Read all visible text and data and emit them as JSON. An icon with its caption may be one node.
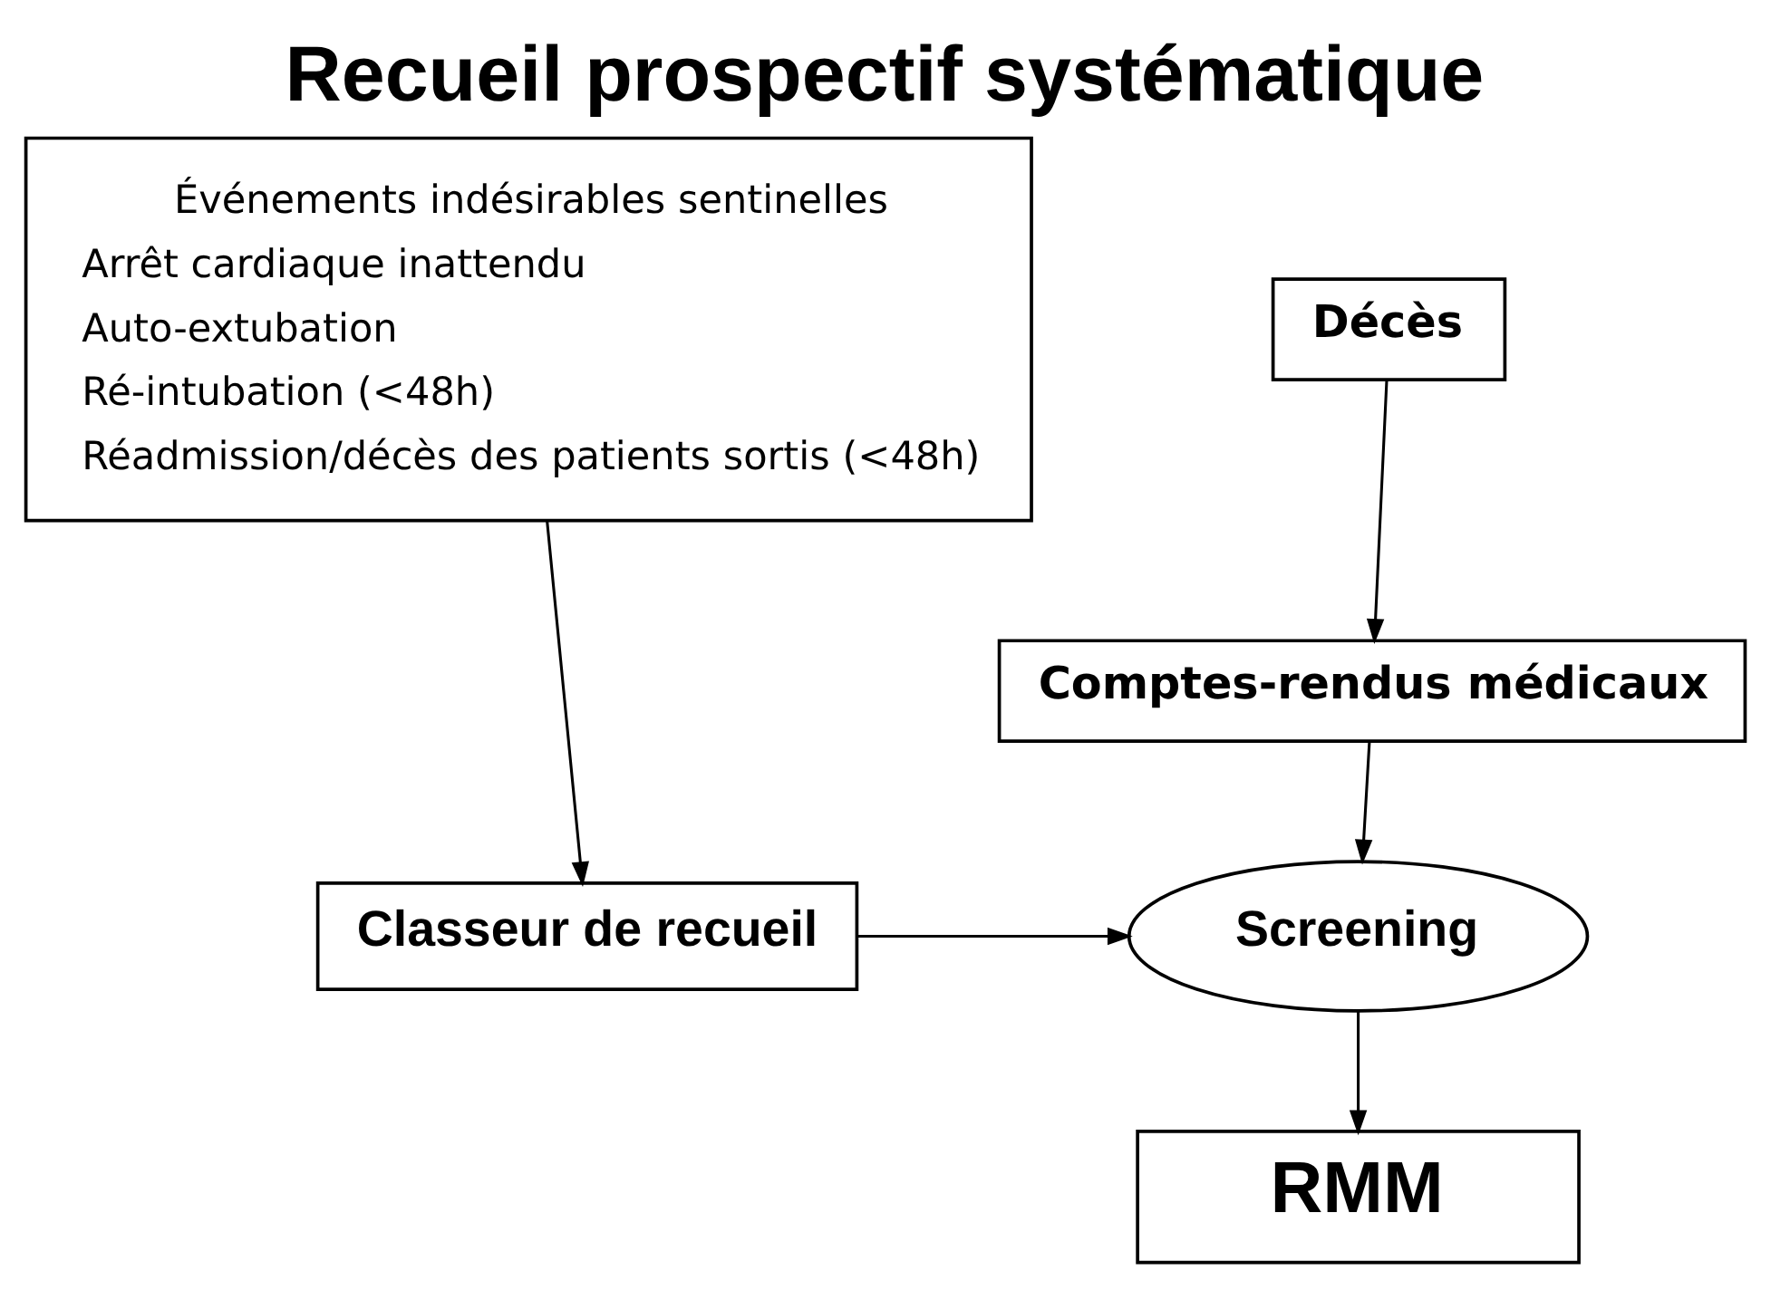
{
  "diagram": {
    "title": "Recueil prospectif systématique",
    "nodes": [
      {
        "text": [
          "Décès"
        ]
      },
      {
        "text": [
          "Événements indésirables sentinelles",
          "Arrêt cardiaque inattendu",
          "Auto-extubation",
          "Ré-intubation (<48h)",
          "Réadmission/décès des patients sortis (<48h)"
        ]
      },
      {
        "text": [
          "Comptes-rendus médicaux"
        ]
      },
      {
        "text": [
          "Screening"
        ]
      },
      {
        "text": [
          "Classeur de recueil"
        ]
      },
      {
        "text": [
          "RMM"
        ]
      }
    ],
    "edges": [
      {
        "from": 0,
        "to": 2,
        "arrow": "to"
      },
      {
        "from": 1,
        "to": 4,
        "arrow": "to"
      },
      {
        "from": 2,
        "to": 3,
        "arrow": "to"
      },
      {
        "from": 4,
        "to": 3,
        "arrow": "to"
      },
      {
        "from": 3,
        "to": 5,
        "arrow": "to"
      }
    ]
  }
}
